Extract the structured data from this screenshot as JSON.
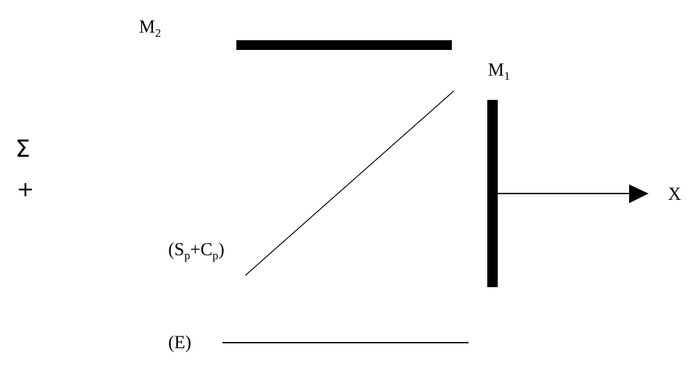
{
  "labels": {
    "m2": {
      "main": "M",
      "sub": "2"
    },
    "m1": {
      "main": "M",
      "sub": "1"
    },
    "sigma": "Σ",
    "plus": "+",
    "beamsplitter": {
      "open": "(",
      "s": "S",
      "s_sub": "p",
      "plus": "+",
      "c": "C",
      "c_sub": "p",
      "close": ")"
    },
    "source": "(E)",
    "axis": "X"
  },
  "colors": {
    "stroke": "#000000",
    "background": "#ffffff"
  }
}
